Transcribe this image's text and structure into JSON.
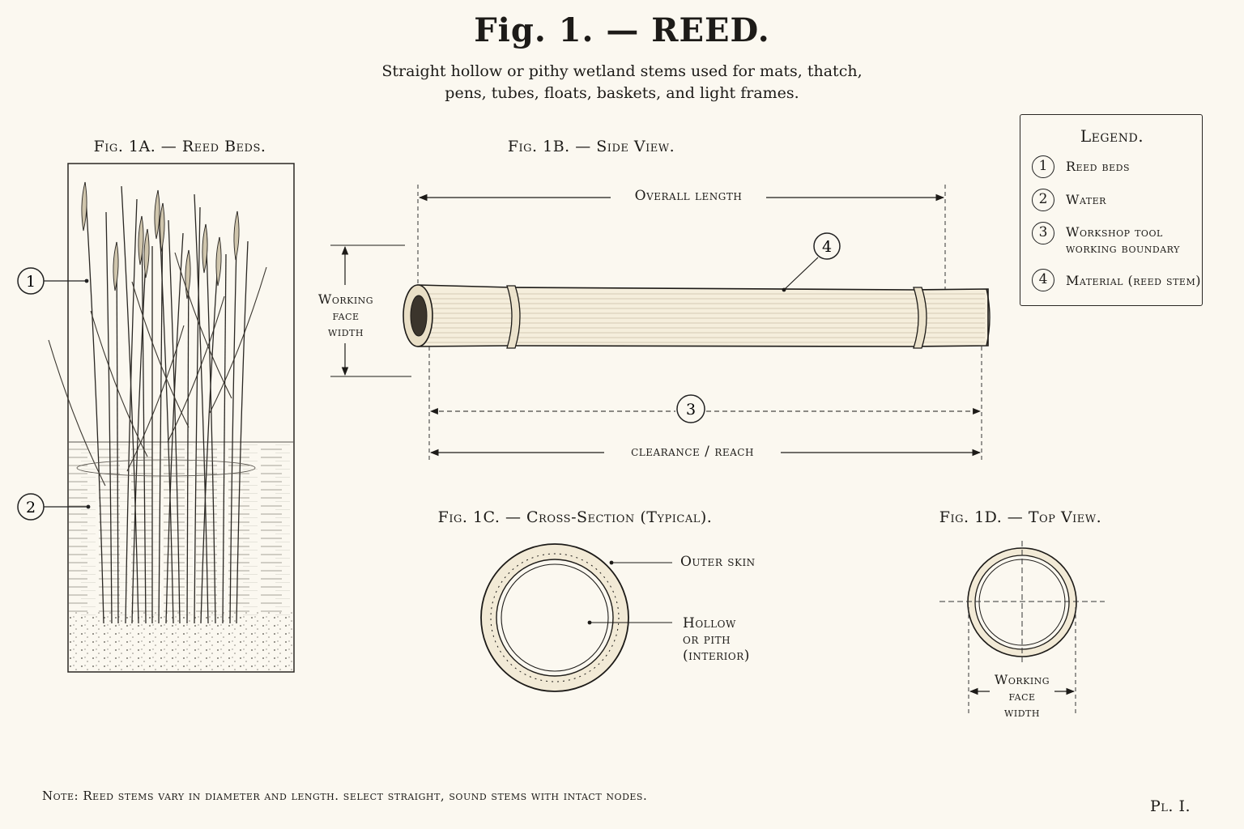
{
  "title": "Fig. 1. — REED.",
  "subtitle": {
    "line1": "Straight hollow or pithy wetland stems used for mats, thatch,",
    "line2": "pens, tubes, floats, baskets, and light frames."
  },
  "fig_1a": {
    "caption": "Fig. 1A. — Reed Beds.",
    "callouts": [
      "1",
      "2"
    ]
  },
  "fig_1b": {
    "caption": "Fig. 1B. — Side View.",
    "overall_length": "Overall length",
    "working_face_width": [
      "Working",
      "face",
      "width"
    ],
    "clearance": "clearance / reach",
    "callouts": [
      "3",
      "4"
    ]
  },
  "fig_1c": {
    "caption": "Fig. 1C. — Cross-Section (Typical).",
    "outer_skin": "Outer skin",
    "interior": [
      "Hollow",
      "or pith",
      "(interior)"
    ]
  },
  "fig_1d": {
    "caption": "Fig. 1D. — Top View.",
    "working_face_width": [
      "Working",
      "face",
      "width"
    ]
  },
  "legend": {
    "title": "Legend.",
    "items": [
      {
        "num": "1",
        "lines": [
          "Reed beds"
        ]
      },
      {
        "num": "2",
        "lines": [
          "Water"
        ]
      },
      {
        "num": "3",
        "lines": [
          "Workshop tool",
          "working boundary"
        ]
      },
      {
        "num": "4",
        "lines": [
          "Material (reed stem)"
        ]
      }
    ]
  },
  "note": "Note: Reed stems vary in diameter and length.  select straight, sound stems with intact nodes.",
  "plate": "Pl. I.",
  "colors": {
    "paper": "#fbf8f0",
    "ink": "#1d1b18",
    "reed_fill": "#f5eedc",
    "water_line": "#8a867c"
  }
}
